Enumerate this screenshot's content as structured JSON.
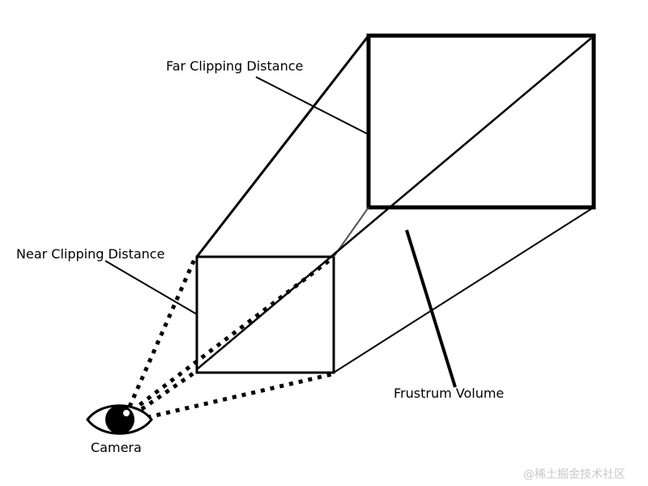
{
  "labels": {
    "far_clipping": "Far Clipping Distance",
    "near_clipping": "Near Clipping Distance",
    "frustum_volume": "Frustrum Volume",
    "camera": "Camera"
  },
  "watermark": "@稀土掘金技术社区",
  "colors": {
    "ink": "#000000",
    "background": "#ffffff",
    "watermark": "#c8c8c8"
  },
  "icons": {
    "camera": "eye-icon"
  }
}
